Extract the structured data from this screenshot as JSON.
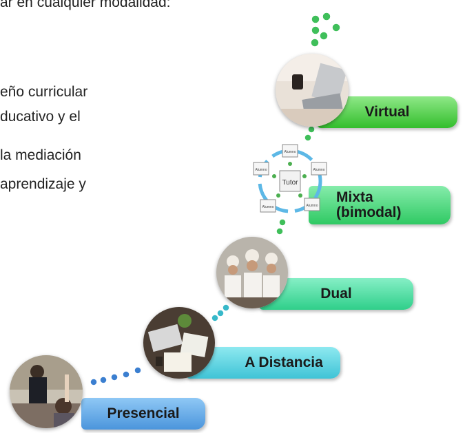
{
  "paragraph": {
    "line1": "ar en cualquier modalidad:",
    "line2": "eño curricular",
    "line3": "ducativo y el",
    "line4": "la mediación",
    "line5": "aprendizaje y"
  },
  "steps": [
    {
      "label": "Presencial",
      "color": "#5fa8e8"
    },
    {
      "label": "A Distancia",
      "color": "#4fd1e0"
    },
    {
      "label": "Dual",
      "color": "#3fd79b"
    },
    {
      "label": "Mixta\n(bimodal)",
      "color": "#38d06a"
    },
    {
      "label": "Virtual",
      "color": "#3ec93a"
    }
  ],
  "tutor_cycle": {
    "center": "Tutor",
    "nodes": [
      "Alumno",
      "Alumno",
      "Alumno",
      "Alumno",
      "Alumno"
    ]
  }
}
